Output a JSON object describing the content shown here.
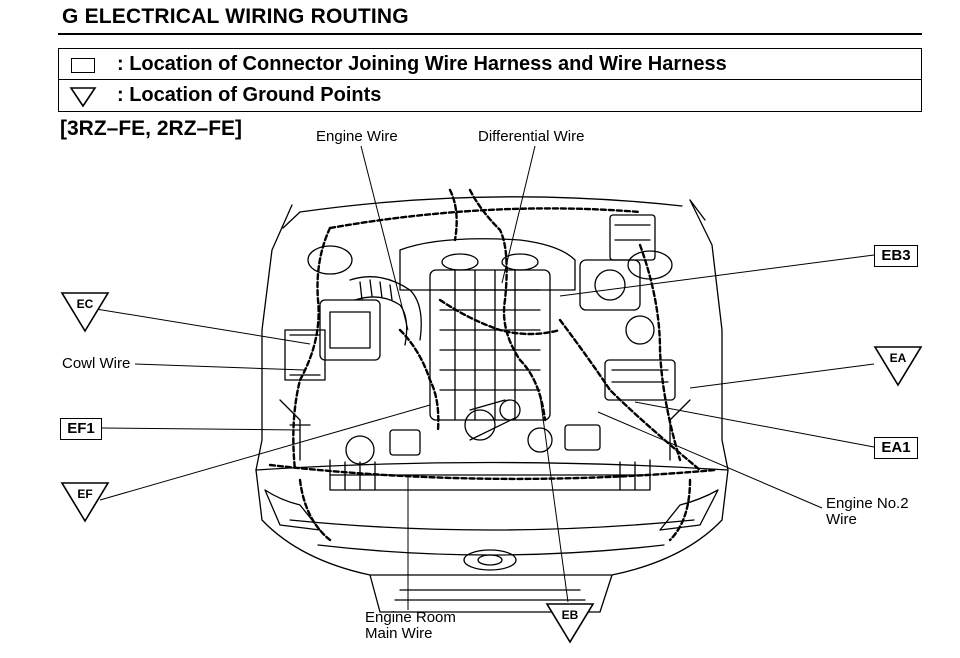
{
  "header": {
    "title": "G  ELECTRICAL WIRING ROUTING"
  },
  "legend": {
    "connector_text": ": Location of Connector Joining Wire Harness and Wire Harness",
    "ground_text": ": Location of Ground Points"
  },
  "engine_variant": "[3RZ–FE, 2RZ–FE]",
  "labels": {
    "engine_wire": "Engine Wire",
    "differential_wire": "Differential Wire",
    "cowl_wire": "Cowl Wire",
    "engine_no2_wire_line1": "Engine No.2",
    "engine_no2_wire_line2": "Wire",
    "engine_room_main_wire_line1": "Engine Room",
    "engine_room_main_wire_line2": "Main Wire"
  },
  "connectors": {
    "eb3": "EB3",
    "ef1": "EF1",
    "ea1": "EA1"
  },
  "ground_points": {
    "ec": "EC",
    "ef": "EF",
    "ea": "EA",
    "eb": "EB"
  }
}
